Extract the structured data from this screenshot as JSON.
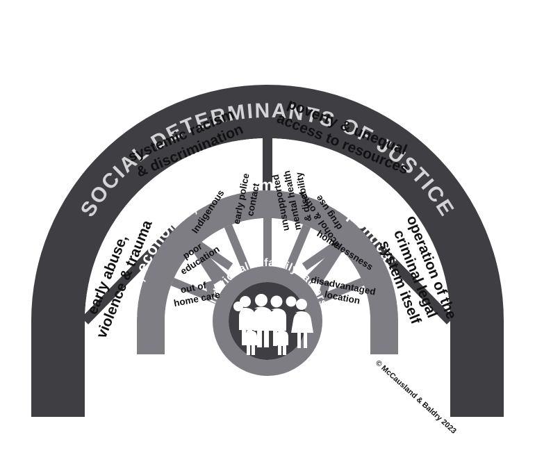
{
  "figure": {
    "title": "SOCIAL DETERMINANTS OF JUSTICE",
    "credit": "© McCausland & Baldry 2023",
    "colors": {
      "outer_ring": "#3f3f43",
      "middle_ring": "#7d7d83",
      "inner_hub_ring": "#7d7d83",
      "center_circle": "#3f3f43",
      "sector_fill": "#ffffff",
      "outer_ring_text": "#d4d4d6",
      "ring_text": "#ffffff",
      "sector_text": "#111113",
      "background": "#ffffff"
    }
  },
  "rings": {
    "outer": {
      "label": "SOCIAL DETERMINANTS OF JUSTICE",
      "sectors": [
        {
          "id": "early-abuse",
          "label": "early abuse,\nviolence & trauma",
          "lines": [
            "early abuse,",
            "violence & trauma"
          ]
        },
        {
          "id": "systemic-racism",
          "label": "systemic racism\n& discrimination",
          "lines": [
            "systemic racism",
            "& discrimination"
          ]
        },
        {
          "id": "poverty-unequal-access",
          "label": "poverty & unequal\naccess to resources",
          "lines": [
            "poverty & unequal",
            "access to resources"
          ]
        },
        {
          "id": "operation-criminal-legal-system",
          "label": "operation of the\ncriminal legal\nsystem itself",
          "lines": [
            "operation of the",
            "criminal legal",
            "system itself"
          ]
        }
      ]
    },
    "middle": {
      "label": "social, economic, environmental and political context",
      "sectors": [
        {
          "id": "out-of-home-care",
          "label": "out of\nhome care",
          "lines": [
            "out of",
            "home care"
          ]
        },
        {
          "id": "poor-education",
          "label": "poor\neducation",
          "lines": [
            "poor",
            "education"
          ]
        },
        {
          "id": "indigenous",
          "label": "Indigenous",
          "lines": [
            "Indigenous"
          ]
        },
        {
          "id": "early-police-contact",
          "label": "early police\ncontact",
          "lines": [
            "early police",
            "contact"
          ]
        },
        {
          "id": "unsupported-mental-health",
          "label": "unsupported\nmental health\n& disability",
          "lines": [
            "unsupported",
            "mental health",
            "& disability"
          ]
        },
        {
          "id": "alcohol-other-drug-use",
          "label": "alcohol & other\ndrug use",
          "lines": [
            "alcohol & other",
            "drug use"
          ]
        },
        {
          "id": "homelessness",
          "label": "homelessness",
          "lines": [
            "homelessness"
          ]
        },
        {
          "id": "disadvantaged-location",
          "label": "disadvantaged\nlocation",
          "lines": [
            "disadvantaged",
            "location"
          ]
        }
      ]
    },
    "inner": {
      "label": "individual & family factors",
      "center_icon": "family-group-icon"
    }
  },
  "chart_data": {
    "type": "diagram",
    "subtype": "concentric-semicircle-wheel",
    "title": "SOCIAL DETERMINANTS OF JUSTICE",
    "levels": [
      {
        "name": "SOCIAL DETERMINANTS OF JUSTICE",
        "depth": 1,
        "items": [
          "early abuse, violence & trauma",
          "systemic racism & discrimination",
          "poverty & unequal access to resources",
          "operation of the criminal legal system itself"
        ]
      },
      {
        "name": "social, economic, environmental and political context",
        "depth": 2,
        "items": [
          "out of home care",
          "poor education",
          "Indigenous",
          "early police contact",
          "unsupported mental health & disability",
          "alcohol & other drug use",
          "homelessness",
          "disadvantaged location"
        ]
      },
      {
        "name": "individual & family factors",
        "depth": 3,
        "items": []
      }
    ]
  }
}
